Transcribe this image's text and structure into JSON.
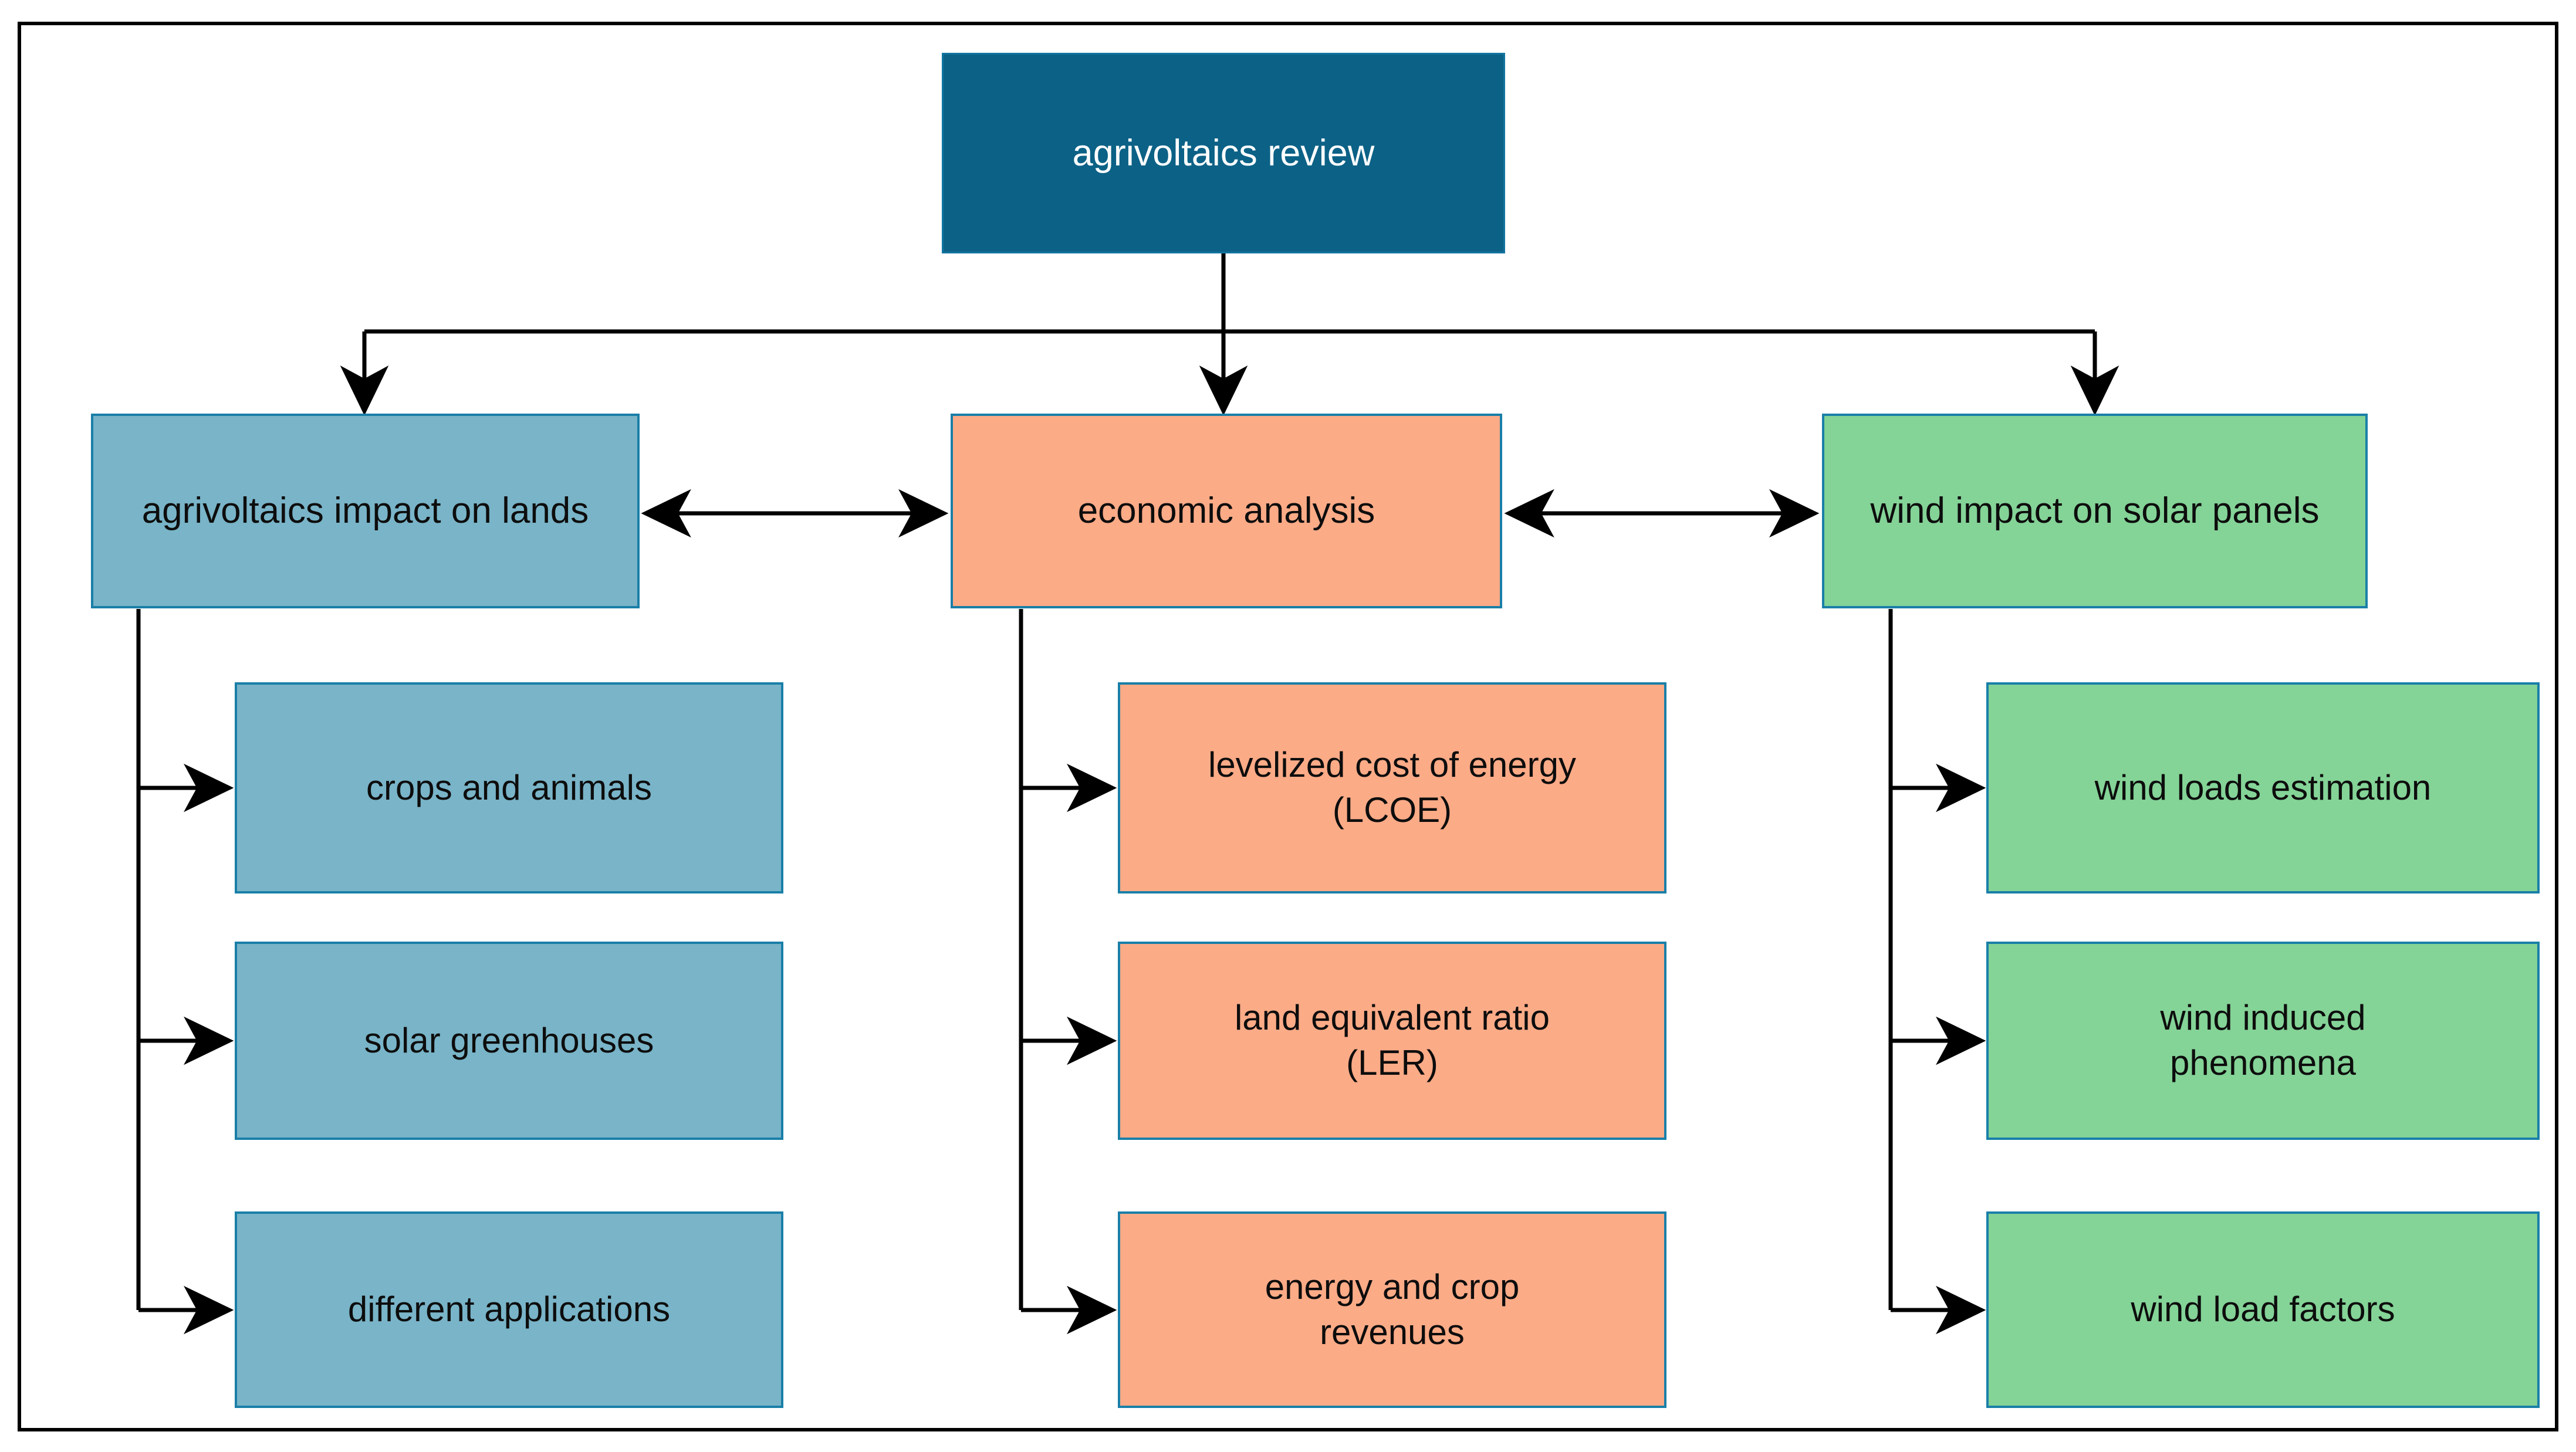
{
  "figure": {
    "type": "hierarchy-flowchart",
    "border_color": "#000000",
    "background": "#ffffff"
  },
  "palette": {
    "root_fill": "#0c6186",
    "root_text": "#ffffff",
    "branch_blue": "#79b4c8",
    "branch_salmon": "#fcab87",
    "branch_green": "#84d397",
    "box_border": "#1a7fa8",
    "connector": "#000000",
    "text": "#0d0d0d"
  },
  "root": {
    "label": "agrivoltaics review"
  },
  "branches": [
    {
      "id": "lands",
      "label": "agrivoltaics impact on lands",
      "color_key": "branch_blue",
      "children": [
        {
          "label": "crops and animals"
        },
        {
          "label": "solar greenhouses"
        },
        {
          "label": "different applications"
        }
      ]
    },
    {
      "id": "economics",
      "label": "economic analysis",
      "color_key": "branch_salmon",
      "children": [
        {
          "label": "levelized cost of energy\n(LCOE)"
        },
        {
          "label": "land equivalent ratio\n(LER)"
        },
        {
          "label": "energy and crop\nrevenues"
        }
      ]
    },
    {
      "id": "wind",
      "label": "wind impact on solar panels",
      "color_key": "branch_green",
      "children": [
        {
          "label": "wind loads estimation"
        },
        {
          "label": "wind induced\nphenomena"
        },
        {
          "label": "wind load factors"
        }
      ]
    }
  ],
  "links": [
    {
      "from": "root",
      "to": "lands",
      "style": "arrow-down"
    },
    {
      "from": "root",
      "to": "economics",
      "style": "arrow-down"
    },
    {
      "from": "root",
      "to": "wind",
      "style": "arrow-down"
    },
    {
      "from": "lands",
      "to": "economics",
      "style": "double-headed-arrow"
    },
    {
      "from": "economics",
      "to": "wind",
      "style": "double-headed-arrow"
    },
    {
      "from": "lands",
      "to": "crops and animals",
      "style": "elbow-arrow"
    },
    {
      "from": "lands",
      "to": "solar greenhouses",
      "style": "elbow-arrow"
    },
    {
      "from": "lands",
      "to": "different applications",
      "style": "elbow-arrow"
    },
    {
      "from": "economics",
      "to": "levelized cost of energy (LCOE)",
      "style": "elbow-arrow"
    },
    {
      "from": "economics",
      "to": "land equivalent ratio (LER)",
      "style": "elbow-arrow"
    },
    {
      "from": "economics",
      "to": "energy and crop revenues",
      "style": "elbow-arrow"
    },
    {
      "from": "wind",
      "to": "wind loads estimation",
      "style": "elbow-arrow"
    },
    {
      "from": "wind",
      "to": "wind induced phenomena",
      "style": "elbow-arrow"
    },
    {
      "from": "wind",
      "to": "wind load factors",
      "style": "elbow-arrow"
    }
  ]
}
